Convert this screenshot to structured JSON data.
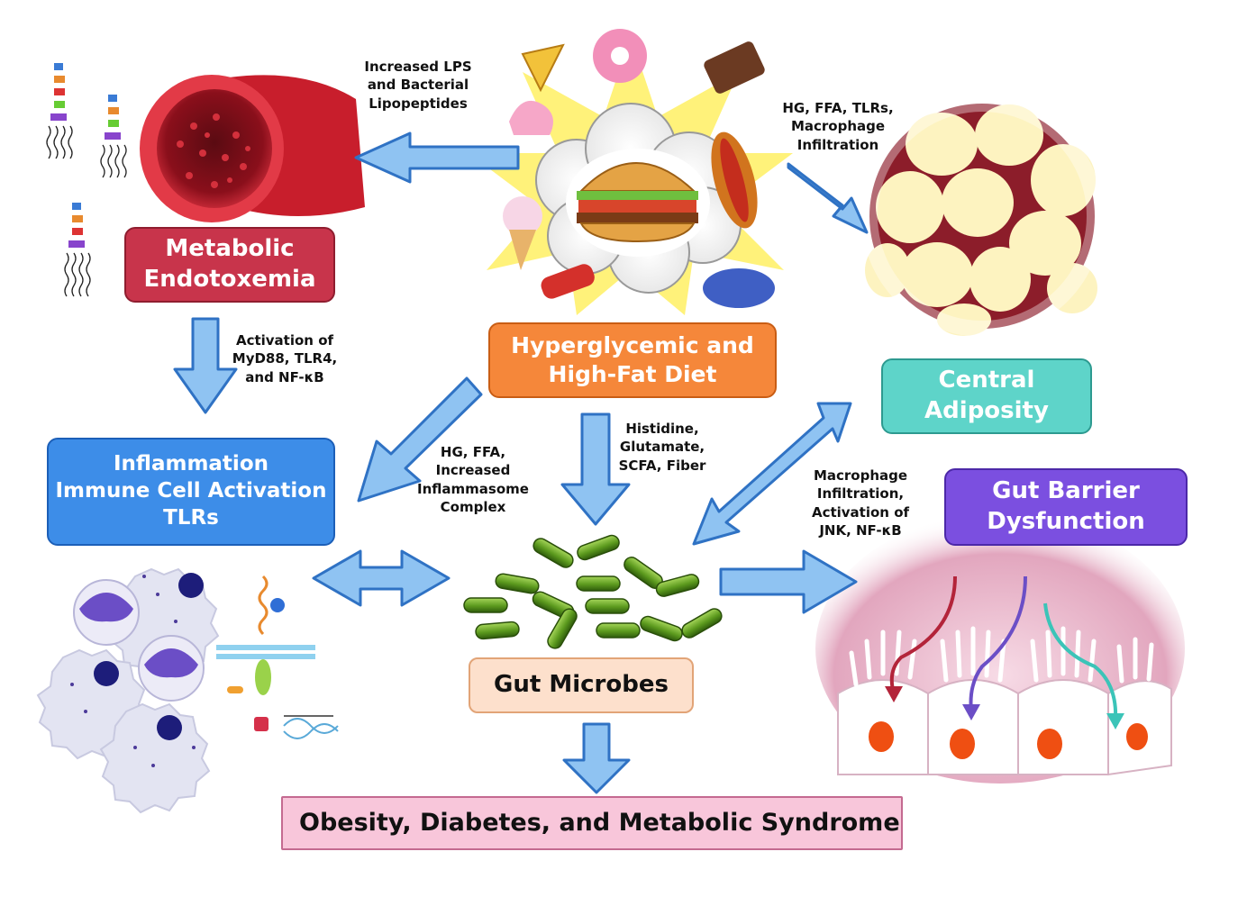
{
  "boxes": {
    "metabolic_endotoxemia": "Metabolic\nEndotoxemia",
    "diet": "Hyperglycemic and\nHigh-Fat Diet",
    "inflammation": "Inflammation\nImmune Cell Activation\nTLRs",
    "central_adiposity": "Central\nAdiposity",
    "gut_barrier": "Gut Barrier\nDysfunction",
    "gut_microbes": "Gut Microbes",
    "outcome": "Obesity, Diabetes, and Metabolic Syndrome"
  },
  "annotations": {
    "lps": "Increased LPS\nand Bacterial\nLipopeptides",
    "adipose_factors": "HG, FFA, TLRs,\nMacrophage\nInfiltration",
    "myd88": "Activation of\nMyD88, TLR4,\nand NF-κB",
    "inflammasome": "HG, FFA,\nIncreased\nInflammasome\nComplex",
    "nutrients": "Histidine,\nGlutamate,\nSCFA, Fiber",
    "jnk": "Macrophage\nInfiltration,\nActivation of\nJNK, NF-κB"
  },
  "colors": {
    "arrow_fill": "#8fc3f2",
    "arrow_stroke": "#2f72c4",
    "bacteria": "#5c9a1e",
    "blood_vessel": "#b3121f",
    "adipocyte": "#fdf3c0",
    "gut_tissue": "#e9b3c9"
  }
}
